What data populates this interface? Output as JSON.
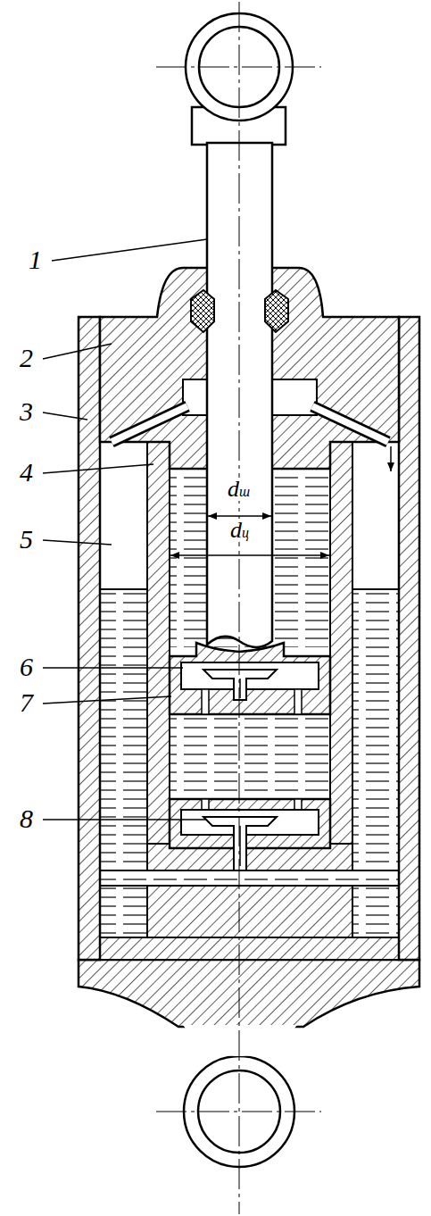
{
  "diagram": {
    "labels": [
      "1",
      "2",
      "3",
      "4",
      "5",
      "6",
      "7",
      "8",
      "dш",
      "dц"
    ]
  }
}
